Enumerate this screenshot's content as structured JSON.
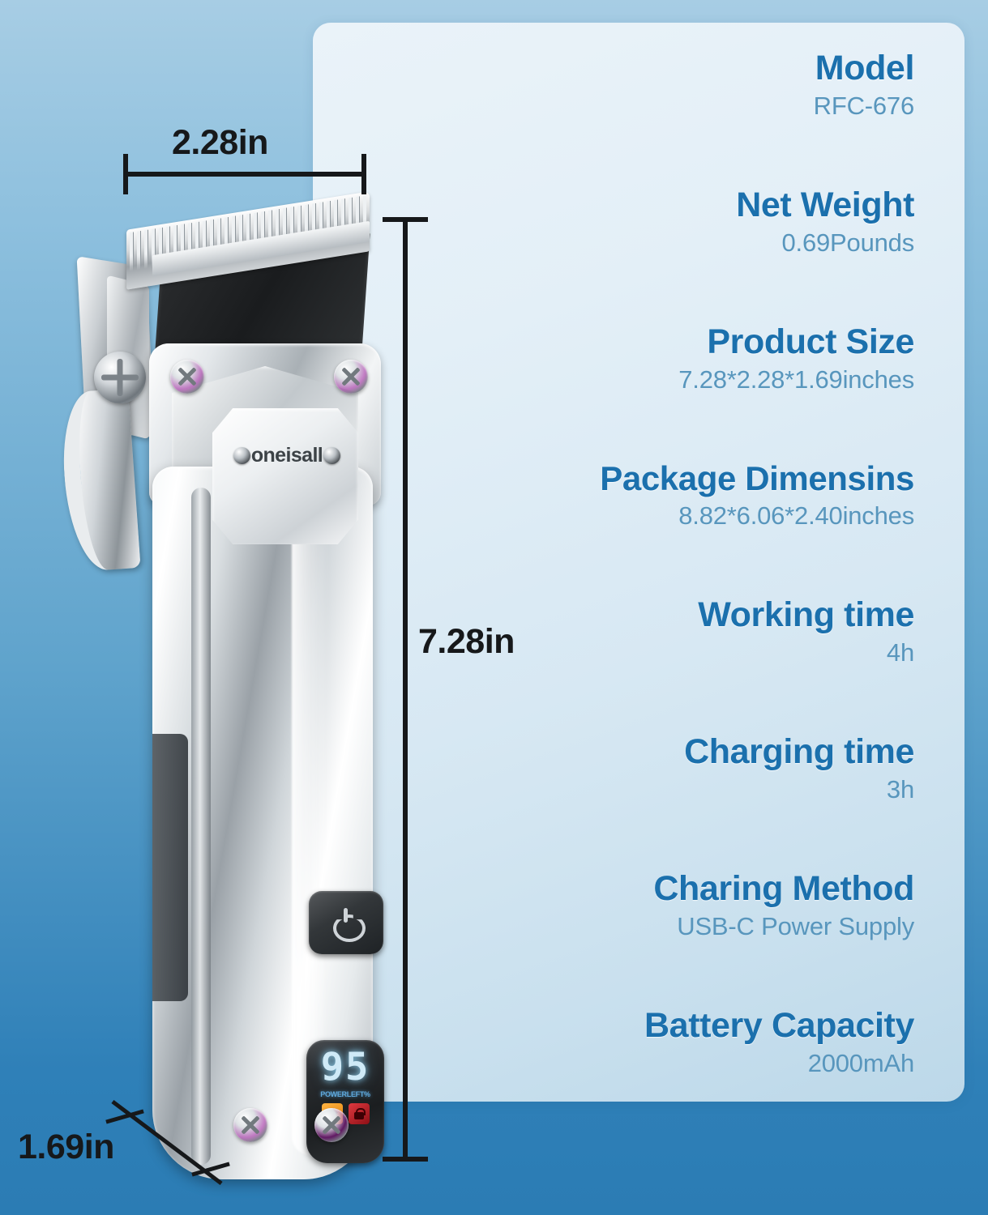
{
  "specs": [
    {
      "label": "Model",
      "value": "RFC-676"
    },
    {
      "label": "Net Weight",
      "value": "0.69Pounds"
    },
    {
      "label": "Product Size",
      "value": "7.28*2.28*1.69inches"
    },
    {
      "label": "Package Dimensins",
      "value": "8.82*6.06*2.40inches"
    },
    {
      "label": "Working time",
      "value": "4h"
    },
    {
      "label": "Charging time",
      "value": "3h"
    },
    {
      "label": "Charing Method",
      "value": "USB-C Power Supply"
    },
    {
      "label": "Battery Capacity",
      "value": "2000mAh"
    }
  ],
  "dimensions": {
    "width": "2.28in",
    "height": "7.28in",
    "depth": "1.69in"
  },
  "product": {
    "brand": "oneisall",
    "display": {
      "battery_percent": "95",
      "label": "POWERLEFT%"
    }
  },
  "colors": {
    "label_blue": "#1b70ad",
    "value_blue": "#5896bd",
    "dim_text": "#16181a",
    "panel_light": "#eaf3f9",
    "panel_dark": "#bcd8e9",
    "bg_top": "#a7cde4",
    "bg_bottom": "#2b7cb4",
    "lcd_digit": "#cfeaf7",
    "lcd_label": "#5fa9dd",
    "icon_oil": "#e8860f",
    "icon_lock": "#e0393f"
  }
}
